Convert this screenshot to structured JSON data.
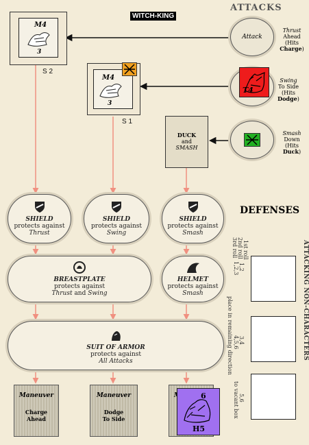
{
  "header": {
    "title": "WITCH-KING",
    "attacks_title": "ATTACKS",
    "defenses_title": "DEFENSES"
  },
  "counters": {
    "m4_top": {
      "top": "M4",
      "bottom": "3",
      "label": "S 2"
    },
    "m4_mid": {
      "top": "M4",
      "bottom": "3",
      "label": "S 1"
    },
    "t4": {
      "text": "T4"
    },
    "h5": {
      "top": "6",
      "bottom": "H5"
    }
  },
  "attacks": [
    {
      "circle_text": "Attack",
      "desc1": "Thrust",
      "desc2": "Ahead",
      "desc3": "(Hits ",
      "desc3b": "Charge",
      "desc3c": ")"
    },
    {
      "desc1": "Swing",
      "desc2": "To Side",
      "desc3": "(Hits ",
      "desc3b": "Dodge",
      "desc3c": ")"
    },
    {
      "desc1": "Smash",
      "desc2": "Down",
      "desc3": "(Hits ",
      "desc3b": "Duck",
      "desc3c": ")"
    }
  ],
  "duck_box": {
    "line1": "DUCK",
    "line2": "and",
    "line3": "SMASH"
  },
  "shields": [
    {
      "title": "SHIELD",
      "line": "protects against",
      "target": "Thrust"
    },
    {
      "title": "SHIELD",
      "line": "protects against",
      "target": "Swing"
    },
    {
      "title": "SHIELD",
      "line": "protects against",
      "target": "Smash"
    }
  ],
  "breastplate": {
    "title": "BREASTPLATE",
    "line": "protects against",
    "t1": "Thrust",
    "and": " and ",
    "t2": "Swing"
  },
  "helmet": {
    "title": "HELMET",
    "line": "protects against",
    "target": "Smash"
  },
  "suit": {
    "title": "SUIT OF ARMOR",
    "line": "protects against",
    "target": "All Attacks"
  },
  "maneuvers": [
    {
      "title": "Maneuver",
      "l1": "Charge",
      "l2": "Ahead"
    },
    {
      "title": "Maneuver",
      "l1": "Dodge",
      "l2": "To Side"
    },
    {
      "title": "Maneuver",
      "l1": "",
      "l2": ""
    }
  ],
  "side": {
    "vertical_title": "ATTACKING NON-CHARACTERS",
    "roll1": "1st roll",
    "roll2": "2nd roll",
    "roll3": "3rd roll",
    "r1": "1,2",
    "r2": "1,2,3",
    "r3": "3,4",
    "r4": "4,5,6",
    "place": "place in remaining direction",
    "r5": "5,6",
    "unoccupied": "to vacant box"
  },
  "colors": {
    "orange_marker": "#f0a020",
    "red_counter": "#ee1c1c",
    "green_marker": "#22b022",
    "purple_counter": "#a070f0",
    "arrow": "#f09080"
  }
}
